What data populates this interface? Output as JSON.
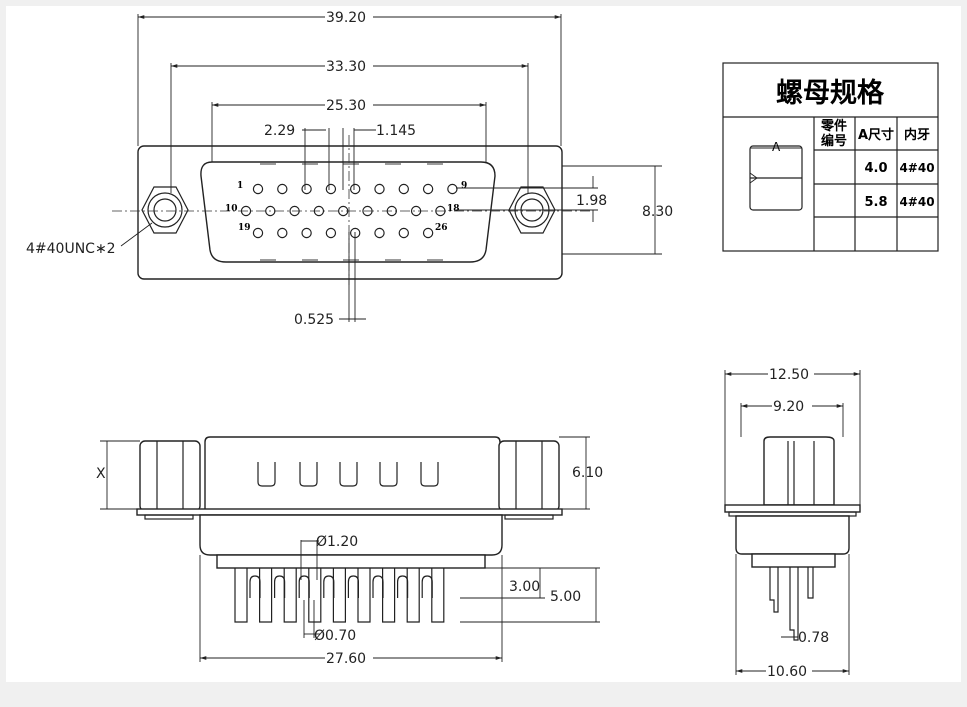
{
  "front_view": {
    "dims": {
      "overall_width": "39.20",
      "screw_spacing": "33.30",
      "shell_width": "25.30",
      "pin_pitch": "2.29",
      "row_offset": "1.145",
      "row_pitch": "1.98",
      "shell_height": "8.30",
      "thread": "4#40UNC∗2",
      "pin_offset": "0.525"
    },
    "pin_labels": {
      "p1": "1",
      "p9": "9",
      "p10": "10",
      "p18": "18",
      "p19": "19",
      "p26": "26"
    }
  },
  "side_view": {
    "dims": {
      "body_height": "6.10",
      "x_label": "X",
      "pin_dia_top": "Ø1.20",
      "pin_dia_tail": "Ø0.70",
      "tail_short": "3.00",
      "tail_long": "5.00",
      "tail_span": "27.60"
    }
  },
  "end_view": {
    "dims": {
      "flange_width": "12.50",
      "shell_depth": "9.20",
      "tail_pitch": "0.78",
      "base_width": "10.60"
    }
  },
  "nut_table": {
    "title": "螺母规格",
    "fig_label": "A",
    "headers": [
      "零件\n编号",
      "A尺寸",
      "内牙"
    ],
    "rows": [
      [
        "",
        "4.0",
        "4#40"
      ],
      [
        "",
        "5.8",
        "4#40"
      ],
      [
        "",
        "",
        ""
      ]
    ]
  }
}
